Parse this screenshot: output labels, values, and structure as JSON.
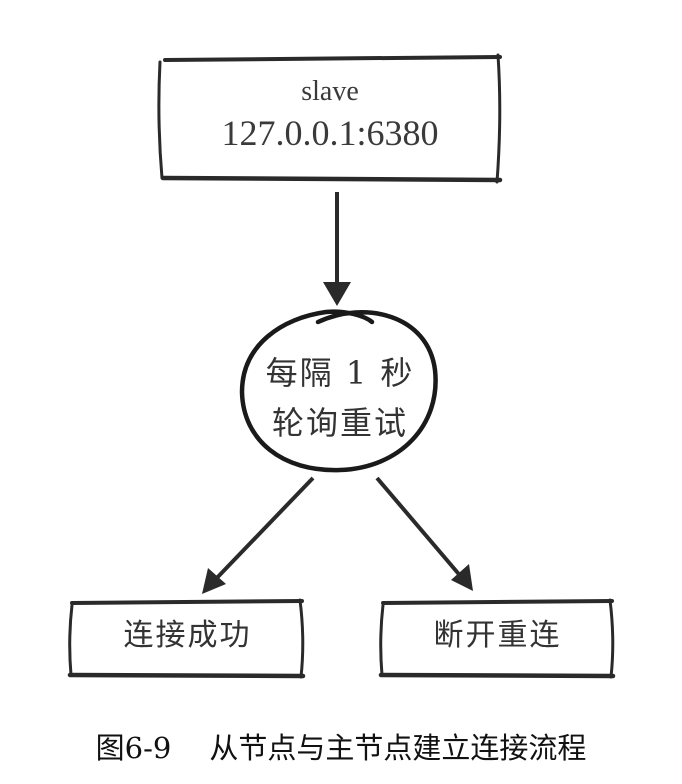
{
  "nodes": {
    "slave": {
      "title": "slave",
      "address": "127.0.0.1:6380"
    },
    "poll": {
      "line1": "每隔 1 秒",
      "line2": "轮询重试"
    },
    "success": {
      "label": "连接成功"
    },
    "retry": {
      "label": "断开重连"
    }
  },
  "caption": {
    "figure_no": "图6-9",
    "title": "从节点与主节点建立连接流程"
  }
}
